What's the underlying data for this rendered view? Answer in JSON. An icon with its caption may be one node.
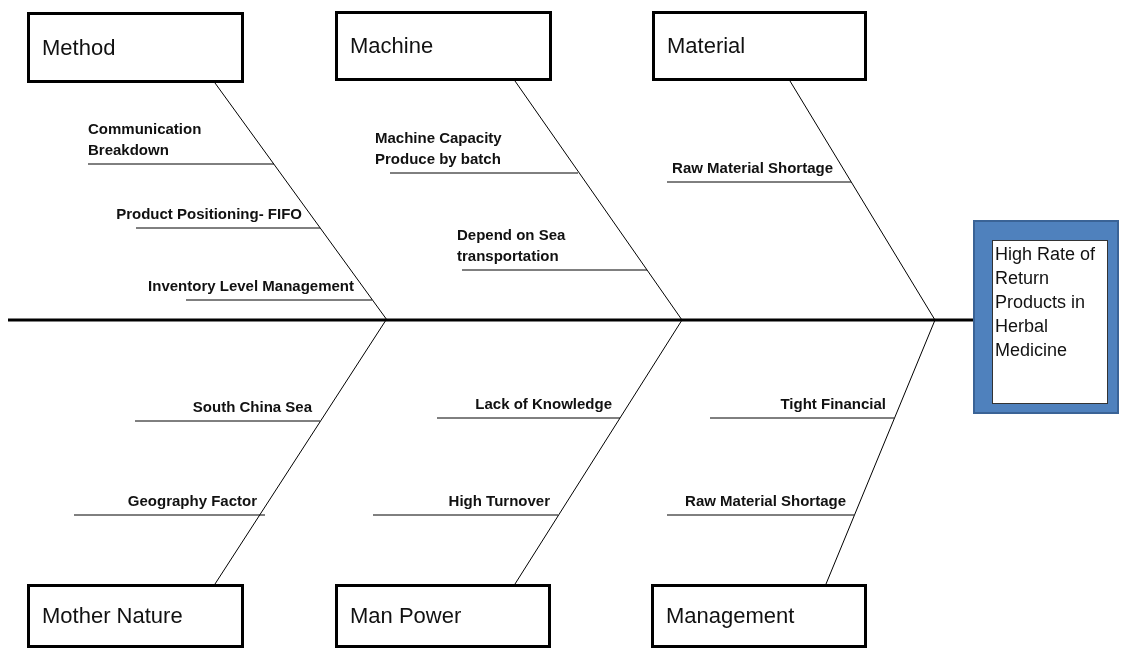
{
  "diagram": {
    "nodes": [
      {
        "text": [
          "Method"
        ]
      },
      {
        "text": [
          "Machine"
        ]
      },
      {
        "text": [
          "Material"
        ]
      },
      {
        "text": [
          "Communication Breakdown"
        ]
      },
      {
        "text": [
          "Machine Capacity Produce by batch"
        ]
      },
      {
        "text": [
          "Raw Material Shortage"
        ]
      },
      {
        "text": [
          "Product Positioning- FIFO"
        ]
      },
      {
        "text": [
          "Depend on Sea transportation"
        ]
      },
      {
        "text": [
          "Inventory Level Management"
        ]
      },
      {
        "text": [
          "High Rate of Return Products in Herbal Medicine"
        ]
      },
      {
        "text": [
          "South China Sea"
        ]
      },
      {
        "text": [
          "Lack of Knowledge"
        ]
      },
      {
        "text": [
          "Tight Financial"
        ]
      },
      {
        "text": [
          "Geography Factor"
        ]
      },
      {
        "text": [
          "High Turnover"
        ]
      },
      {
        "text": [
          "Raw Material Shortage"
        ]
      },
      {
        "text": [
          "Mother Nature"
        ]
      },
      {
        "text": [
          "Man Power"
        ]
      },
      {
        "text": [
          "Management"
        ]
      }
    ],
    "edges": [
      {
        "from": null,
        "to": 9,
        "arrow": "none",
        "style": "thick"
      },
      {
        "from": 0,
        "to": null,
        "arrow": "none"
      },
      {
        "from": 1,
        "to": null,
        "arrow": "none"
      },
      {
        "from": 2,
        "to": null,
        "arrow": "none"
      },
      {
        "from": 16,
        "to": null,
        "arrow": "none"
      },
      {
        "from": 17,
        "to": null,
        "arrow": "none"
      },
      {
        "from": 18,
        "to": null,
        "arrow": "none"
      },
      {
        "from": 3,
        "to": null,
        "arrow": "none"
      },
      {
        "from": 4,
        "to": null,
        "arrow": "none"
      },
      {
        "from": 5,
        "to": null,
        "arrow": "none"
      },
      {
        "from": 6,
        "to": null,
        "arrow": "none"
      },
      {
        "from": 7,
        "to": null,
        "arrow": "none"
      },
      {
        "from": 8,
        "to": null,
        "arrow": "none"
      },
      {
        "from": 10,
        "to": null,
        "arrow": "none"
      },
      {
        "from": 11,
        "to": null,
        "arrow": "none"
      },
      {
        "from": 12,
        "to": null,
        "arrow": "none"
      },
      {
        "from": 13,
        "to": null,
        "arrow": "none"
      },
      {
        "from": 14,
        "to": null,
        "arrow": "none"
      },
      {
        "from": 15,
        "to": null,
        "arrow": "none"
      }
    ]
  }
}
